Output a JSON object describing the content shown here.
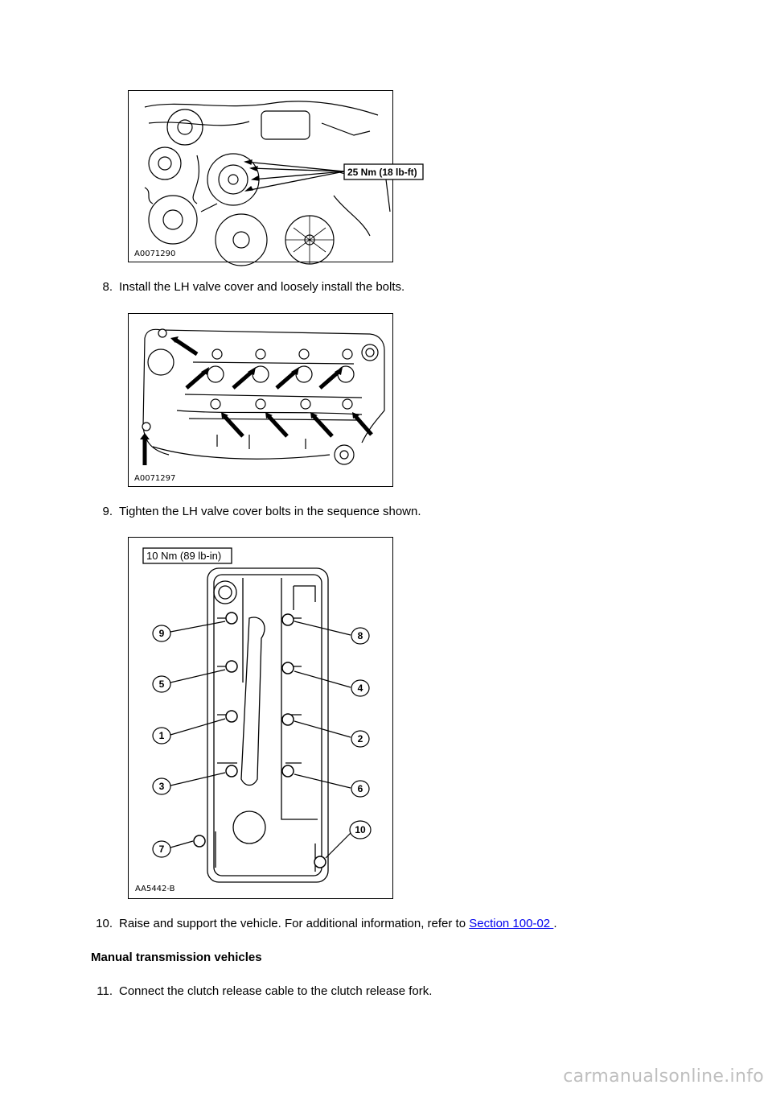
{
  "figure1": {
    "id": "A0071290",
    "callout": "25 Nm (18 lb-ft)"
  },
  "step8": {
    "number": "8.",
    "text": "Install the LH valve cover and loosely install the bolts."
  },
  "figure2": {
    "id": "A0071297"
  },
  "step9": {
    "number": "9.",
    "text": "Tighten the LH valve cover bolts in the sequence shown."
  },
  "figure3": {
    "id": "AA5442-B",
    "torque": "10 Nm (89 lb-in)",
    "sequence_labels": [
      "9",
      "5",
      "1",
      "3",
      "7",
      "8",
      "4",
      "2",
      "6",
      "10"
    ]
  },
  "step10": {
    "number": "10.",
    "text_before": "Raise and support the vehicle. For additional information, refer to ",
    "link": "Section 100-02 ",
    "text_after": "."
  },
  "heading": "Manual transmission vehicles",
  "step11": {
    "number": "11.",
    "text": "Connect the clutch release cable to the clutch release fork."
  },
  "watermark": "carmanualsonline.info"
}
